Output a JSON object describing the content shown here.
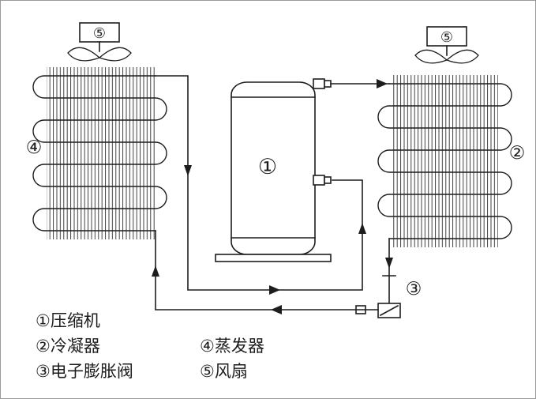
{
  "colors": {
    "stroke": "#1d1d1d",
    "background": "#ffffff",
    "border": "#9a9a9a"
  },
  "component_labels": {
    "compressor": "①",
    "condenser": "②",
    "expansion_valve": "③",
    "evaporator": "④",
    "fan_left": "⑤",
    "fan_right": "⑤"
  },
  "legend": {
    "items": [
      "①压缩机",
      "②冷凝器",
      "③电子膨胀阀",
      "④蒸发器",
      "⑤风扇"
    ]
  }
}
